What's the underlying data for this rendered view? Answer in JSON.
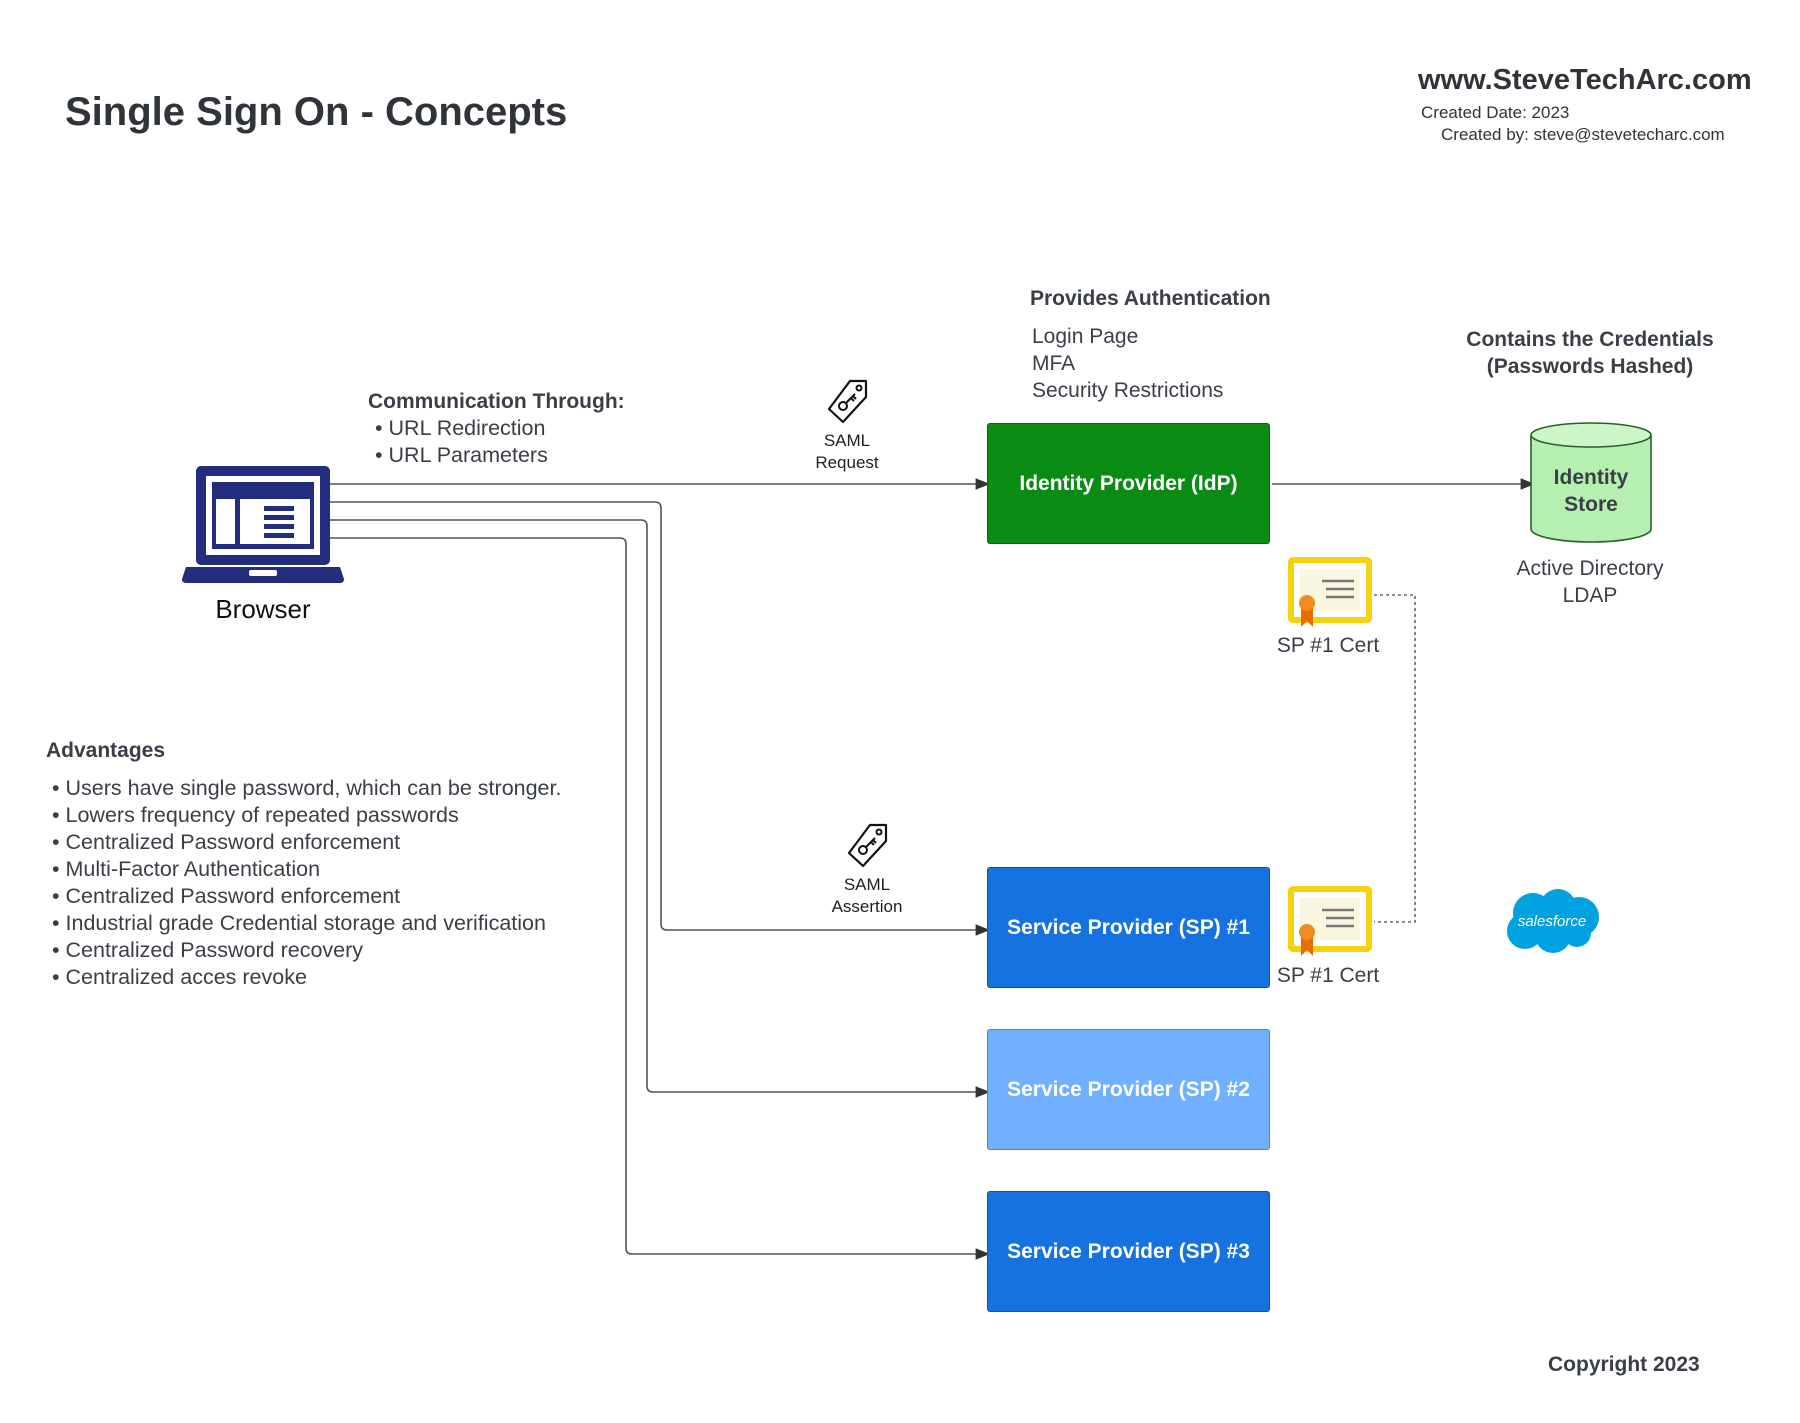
{
  "title": "Single Sign On - Concepts",
  "header": {
    "site": "www.SteveTechArc.com",
    "created_date": "Created Date: 2023",
    "created_by": "Created by: steve@stevetecharc.com"
  },
  "browser": {
    "label": "Browser"
  },
  "communication": {
    "heading": "Communication Through:",
    "items": [
      "URL Redirection",
      "URL Parameters"
    ]
  },
  "saml_request": {
    "line1": "SAML",
    "line2": "Request"
  },
  "saml_assertion": {
    "line1": "SAML",
    "line2": "Assertion"
  },
  "idp": {
    "heading": "Provides Authentication",
    "features": [
      "Login Page",
      "MFA",
      "Security Restrictions"
    ],
    "label": "Identity Provider (IdP)"
  },
  "store": {
    "heading_line1": "Contains the Credentials",
    "heading_line2": "(Passwords Hashed)",
    "label_line1": "Identity",
    "label_line2": "Store",
    "sub_line1": "Active Directory",
    "sub_line2": "LDAP"
  },
  "certs": {
    "top_label": "SP #1 Cert",
    "bottom_label": "SP #1 Cert"
  },
  "service_providers": [
    {
      "label": "Service Provider (SP) #1"
    },
    {
      "label": "Service Provider (SP) #2"
    },
    {
      "label": "Service Provider (SP) #3"
    }
  ],
  "salesforce": {
    "label": "salesforce"
  },
  "advantages": {
    "heading": "Advantages",
    "items": [
      "Users have single password, which can be stronger.",
      "Lowers frequency of repeated passwords",
      "Centralized Password enforcement",
      "Multi-Factor Authentication",
      "Centralized Password enforcement",
      "Industrial grade Credential storage and verification",
      "Centralized Password recovery",
      "Centralized acces revoke"
    ]
  },
  "copyright": "Copyright 2023",
  "colors": {
    "idp": "#098b14",
    "sp1": "#1672e0",
    "sp2": "#70b0ff",
    "sp3": "#1672e0",
    "store": "#b6f0b0",
    "browser": "#222d7e",
    "salesforce": "#00a1e0",
    "cert": "#f6d10f"
  }
}
